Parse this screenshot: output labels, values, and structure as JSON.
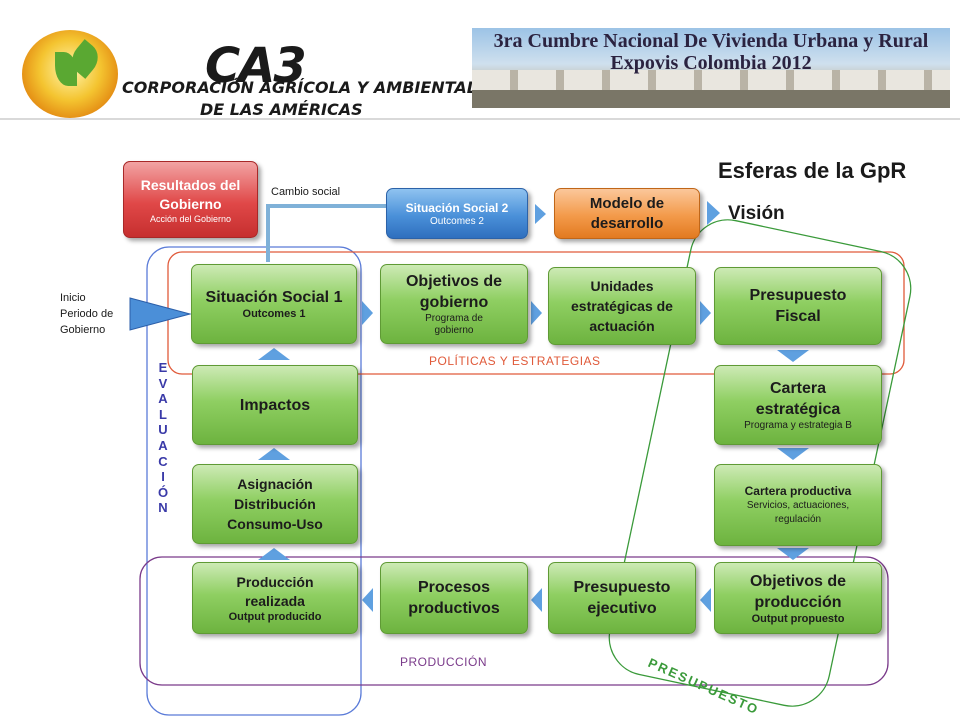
{
  "header": {
    "logo_brand": "CA3",
    "logo_line1": "CORPORACIÓN AGRÍCOLA Y AMBIENTAL",
    "logo_line2": "DE LAS AMÉRICAS",
    "banner_line1": "3ra Cumbre Nacional De Vivienda Urbana y Rural",
    "banner_line2": "Expovis Colombia 2012"
  },
  "title": "Esferas de la GpR",
  "vision_label": "Visión",
  "labels": {
    "cambio_social": "Cambio social",
    "inicio": [
      "Inicio",
      "Periodo de",
      "Gobierno"
    ],
    "evaluacion": [
      "E",
      "V",
      "A",
      "L",
      "U",
      "A",
      "C",
      "I",
      "Ó",
      "N"
    ],
    "politicas": "POLÍTICAS Y ESTRATEGIAS",
    "produccion": "PRODUCCIÓN",
    "presupuesto": "PRESUPUESTO"
  },
  "boxes": {
    "resultados": {
      "title": "Resultados del Gobierno",
      "sub": "Acción del Gobierno"
    },
    "situacion2": {
      "title": "Situación Social 2",
      "sub": "Outcomes 2"
    },
    "modelo": {
      "title": "Modelo de desarrollo"
    },
    "situacion1": {
      "title": "Situación Social 1",
      "sub": "Outcomes 1"
    },
    "objetivos_gobierno": {
      "title": "Objetivos de gobierno",
      "sub": "Programa de gobierno"
    },
    "unidades": {
      "title": "Unidades estratégicas de actuación"
    },
    "presupuesto_fiscal": {
      "title": "Presupuesto Fiscal"
    },
    "impactos": {
      "title": "Impactos"
    },
    "cartera_estrategica": {
      "title": "Cartera estratégica",
      "sub": "Programa y estrategia B"
    },
    "asignacion": {
      "title": "Asignación Distribución Consumo-Uso"
    },
    "cartera_productiva": {
      "title": "Cartera productiva",
      "sub": "Servicios, actuaciones, regulación"
    },
    "produccion_realizada": {
      "title": "Producción realizada",
      "sub": "Output producido"
    },
    "procesos": {
      "title": "Procesos productivos"
    },
    "presupuesto_ejecutivo": {
      "title": "Presupuesto ejecutivo"
    },
    "objetivos_produccion": {
      "title": "Objetivos de producción",
      "sub": "Output propuesto"
    }
  },
  "colors": {
    "green_box": "#6db33f",
    "blue_box": "#4a90d9",
    "red_box": "#e04848",
    "orange_box": "#f39a4a",
    "politicas_frame": "#e05a3a",
    "produccion_frame": "#7a3a8a",
    "evaluacion_frame": "#5a7bd8",
    "presupuesto_frame": "#3a9a3a"
  }
}
